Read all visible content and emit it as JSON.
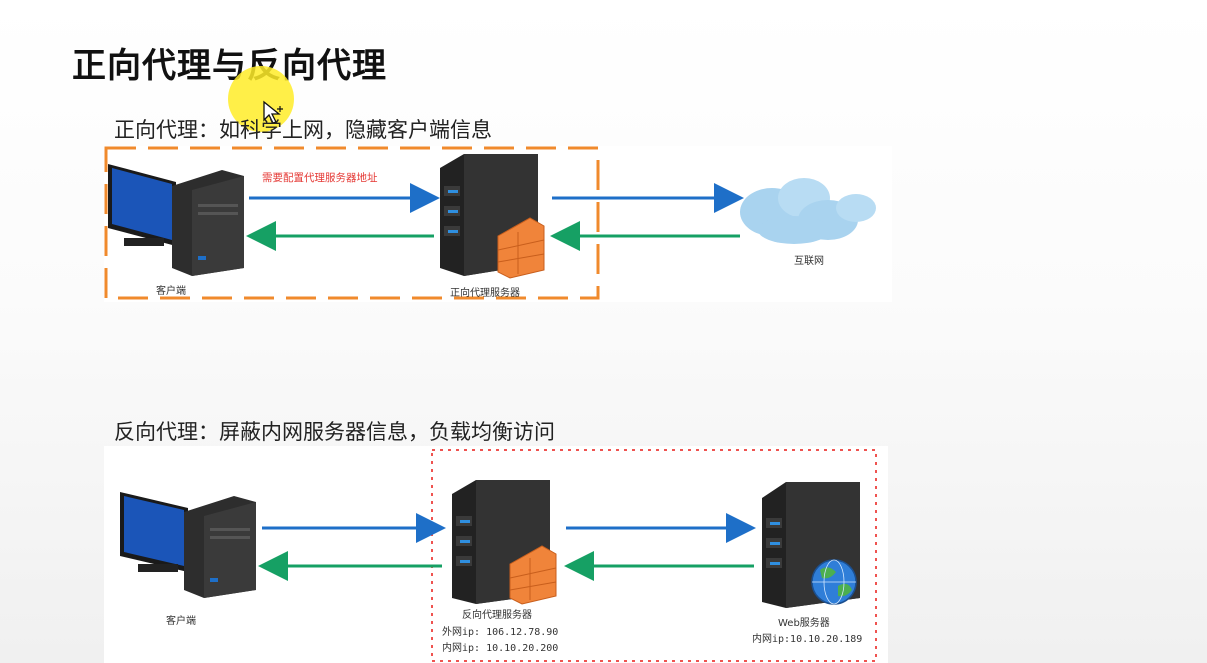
{
  "slide": {
    "title": "正向代理与反向代理"
  },
  "forward_proxy": {
    "heading": "正向代理：如科学上网，隐藏客户端信息",
    "client_label": "客户端",
    "proxy_label": "正向代理服务器",
    "internet_label": "互联网",
    "config_note": "需要配置代理服务器地址"
  },
  "reverse_proxy": {
    "heading": "反向代理：屏蔽内网服务器信息，负载均衡访问",
    "client_label": "客户端",
    "proxy_label": "反向代理服务器",
    "proxy_external_ip": "外网ip: 106.12.78.90",
    "proxy_internal_ip": "内网ip: 10.10.20.200",
    "web_label": "Web服务器",
    "web_internal_ip": "内网ip:10.10.20.189"
  },
  "colors": {
    "request_arrow": "#1e6fc8",
    "response_arrow": "#16a064",
    "forward_boundary": "#f08a2c",
    "reverse_boundary": "#ef5350",
    "server_body": "#2b2b2b",
    "firewall": "#f0843a",
    "cloud": "#a9d3ef"
  },
  "icons": [
    "desktop-computer-icon",
    "server-icon",
    "firewall-icon",
    "cloud-icon",
    "globe-icon",
    "mouse-cursor-icon"
  ]
}
